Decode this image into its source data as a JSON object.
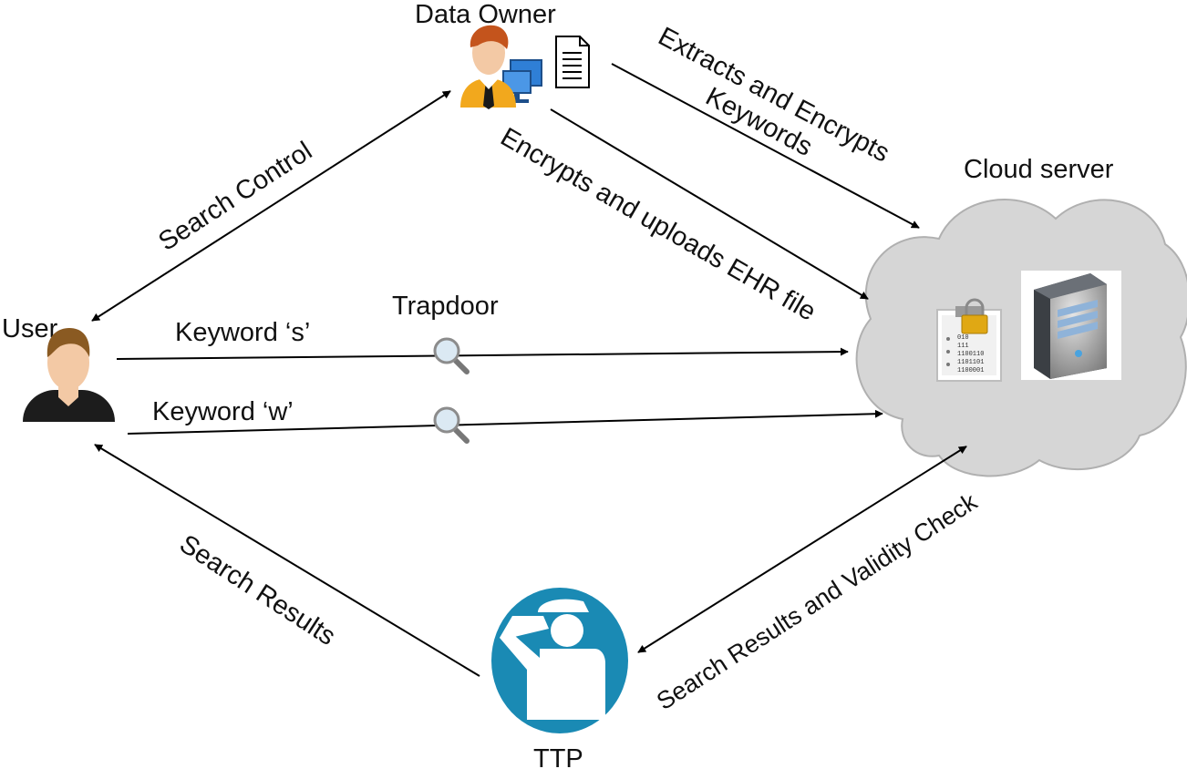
{
  "nodes": {
    "data_owner": {
      "label": "Data Owner"
    },
    "cloud_server": {
      "label": "Cloud server",
      "encrypted_doc_bits": [
        "010",
        "111",
        "1100110",
        "1101101",
        "1100001"
      ]
    },
    "user": {
      "label": "User"
    },
    "ttp": {
      "label": "TTP"
    }
  },
  "edges": {
    "search_control": "Search Control",
    "extracts_keywords_line1": "Extracts and Encrypts",
    "extracts_keywords_line2": "Keywords",
    "encrypts_uploads": "Encrypts and uploads EHR file",
    "trapdoor": "Trapdoor",
    "keyword_s": "Keyword ‘s’",
    "keyword_w": "Keyword ‘w’",
    "search_results": "Search Results",
    "search_results_validity": "Search Results and Validity Check"
  },
  "colors": {
    "ttp_badge": "#1a8ab4",
    "cloud_fill": "#d6d6d6",
    "cloud_stroke": "#b0b0b0",
    "owner_shirt": "#f2a81d",
    "owner_hair": "#c4541c",
    "user_hair": "#8a5a22",
    "user_shirt": "#1c1c1c",
    "monitor": "#2f7fd6"
  }
}
